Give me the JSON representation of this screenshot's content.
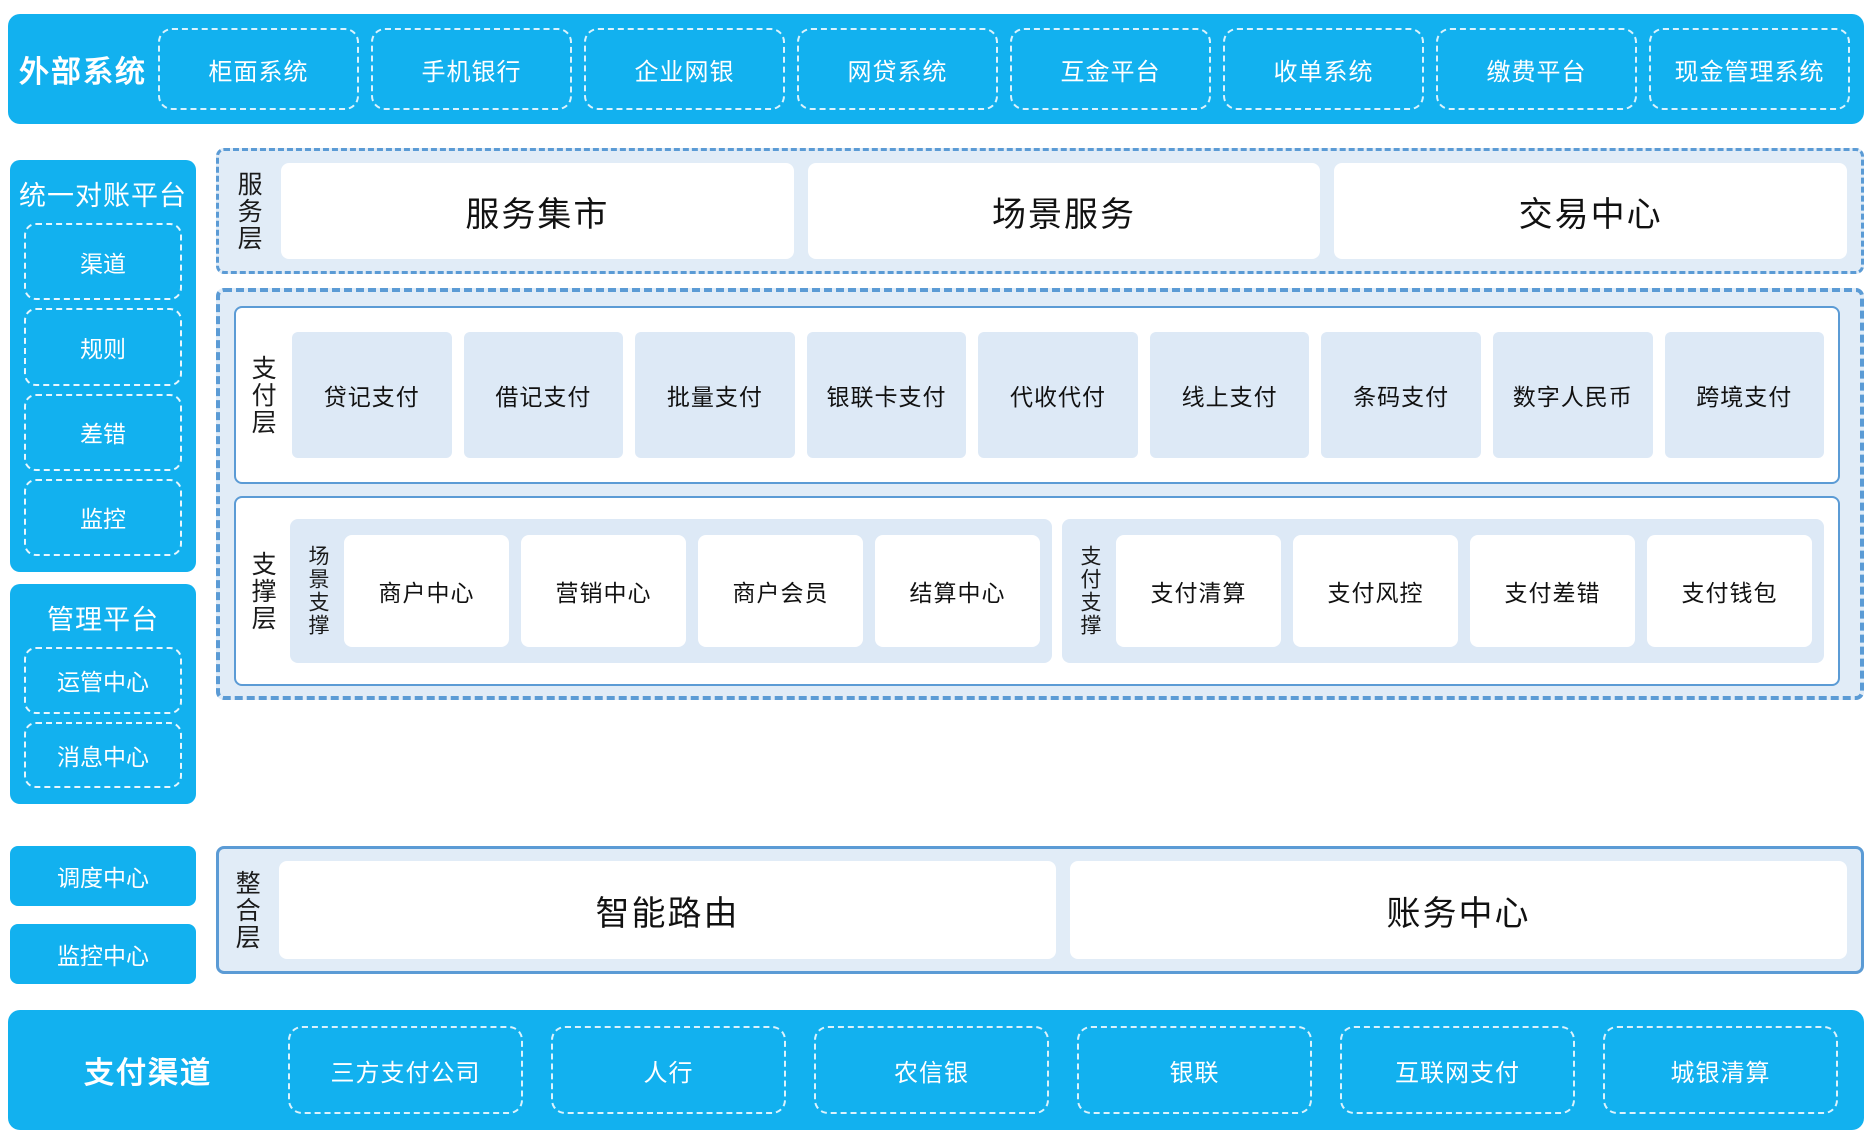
{
  "external_systems": {
    "title": "外部系统",
    "items": [
      "柜面系统",
      "手机银行",
      "企业网银",
      "网贷系统",
      "互金平台",
      "收单系统",
      "缴费平台",
      "现金管理系统"
    ]
  },
  "rail": {
    "reconciliation": {
      "title": "统一对账平台",
      "items": [
        "渠道",
        "规则",
        "差错",
        "监控"
      ]
    },
    "management": {
      "title": "管理平台",
      "items": [
        "运管中心",
        "消息中心"
      ]
    },
    "standalone": [
      "调度中心",
      "监控中心"
    ]
  },
  "service_layer": {
    "label": "服务层",
    "items": [
      "服务集市",
      "场景服务",
      "交易中心"
    ]
  },
  "payment_layer": {
    "label": "支付层",
    "items": [
      "贷记支付",
      "借记支付",
      "批量支付",
      "银联卡支付",
      "代收代付",
      "线上支付",
      "条码支付",
      "数字人民币",
      "跨境支付"
    ]
  },
  "support_layer": {
    "label": "支撑层",
    "groups": [
      {
        "label": "场景支撑",
        "items": [
          "商户中心",
          "营销中心",
          "商户会员",
          "结算中心"
        ]
      },
      {
        "label": "支付支撑",
        "items": [
          "支付清算",
          "支付风控",
          "支付差错",
          "支付钱包"
        ]
      }
    ]
  },
  "integration_layer": {
    "label": "整合层",
    "items": [
      "智能路由",
      "账务中心"
    ]
  },
  "payment_channels": {
    "title": "支付渠道",
    "items": [
      "三方支付公司",
      "人行",
      "农信银",
      "银联",
      "互联网支付",
      "城银清算"
    ]
  },
  "colors": {
    "brand_cyan": "#12b1ef",
    "group_fill": "#e1ecf7",
    "group_border": "#5b9bd5",
    "tile_fill": "#dde9f6",
    "text_dark": "#111111",
    "text_white": "#ffffff"
  }
}
